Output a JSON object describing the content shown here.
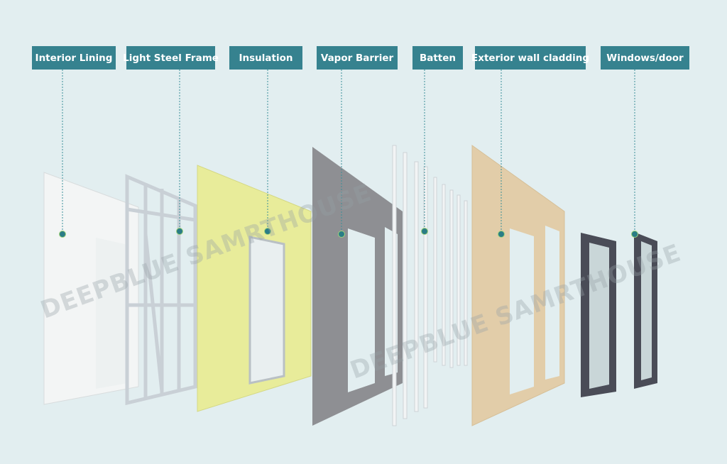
{
  "labels": [
    {
      "text": "Interior Lining"
    },
    {
      "text": "Light Steel Frame"
    },
    {
      "text": "Insulation"
    },
    {
      "text": "Vapor Barrier"
    },
    {
      "text": "Batten"
    },
    {
      "text": "Exterior wall cladding"
    },
    {
      "text": "Windows/door"
    }
  ],
  "watermark": "DEEPBLUE SAMRTHOUSE",
  "colors": {
    "background": "#e2eef0",
    "label_bg": "#36828f",
    "leader_dot": "#2a7d86",
    "insulation": "#e8ec9a",
    "vapor_barrier": "#8e8f93",
    "cladding": "#e2cda9",
    "window_frame": "#4a4c57"
  }
}
